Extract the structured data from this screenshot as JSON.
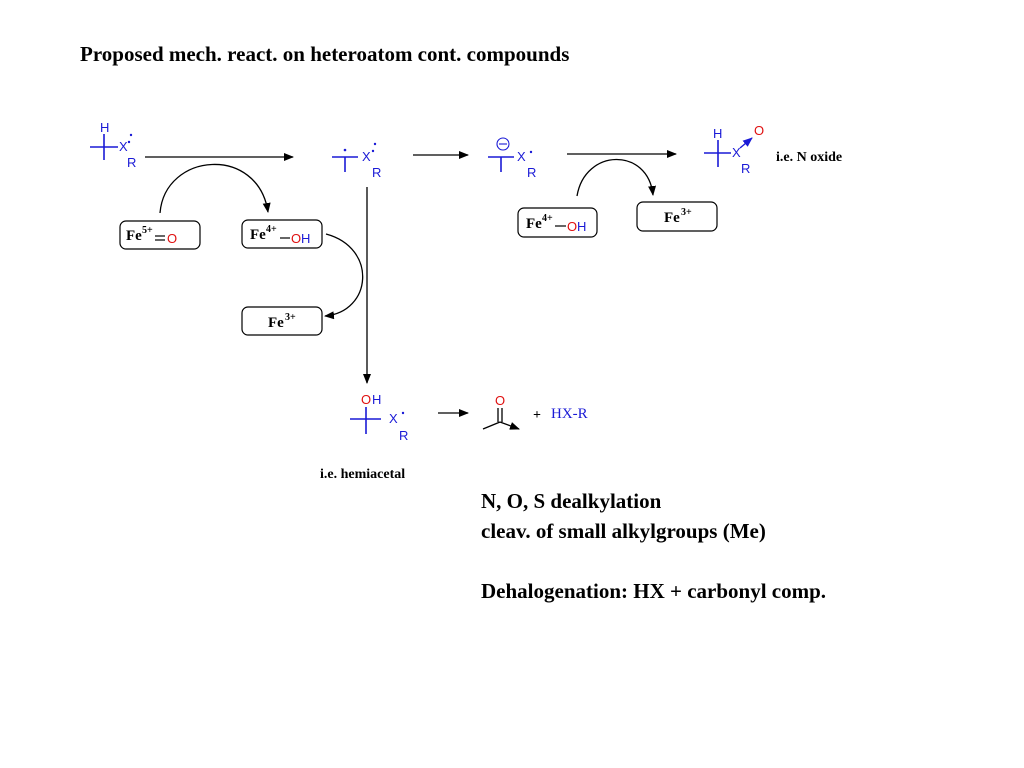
{
  "title": "Proposed mech. react. on heteroatom cont.  compounds",
  "atoms": {
    "H": "H",
    "X": "X",
    "R": "R",
    "O": "O",
    "OH_O": "O",
    "OH_H": "H"
  },
  "iron": {
    "fe5_base": "Fe",
    "fe5_charge": "5+",
    "fe4_base": "Fe",
    "fe4_charge": "4+",
    "fe3_base": "Fe",
    "fe3_charge": "3+"
  },
  "labels": {
    "n_oxide": "i.e. N oxide",
    "hemiacetal": "i.e. hemiacetal",
    "plus": "+",
    "hx_r": "HX-R"
  },
  "notes": {
    "line1": "N, O, S dealkylation",
    "line2": "cleav. of small alkylgroups (Me)",
    "line3": "Dehalogenation: HX + carbonyl comp."
  },
  "colors": {
    "atom_blue": "#1a1ad6",
    "oxygen_red": "#e01010",
    "text": "#000000"
  }
}
